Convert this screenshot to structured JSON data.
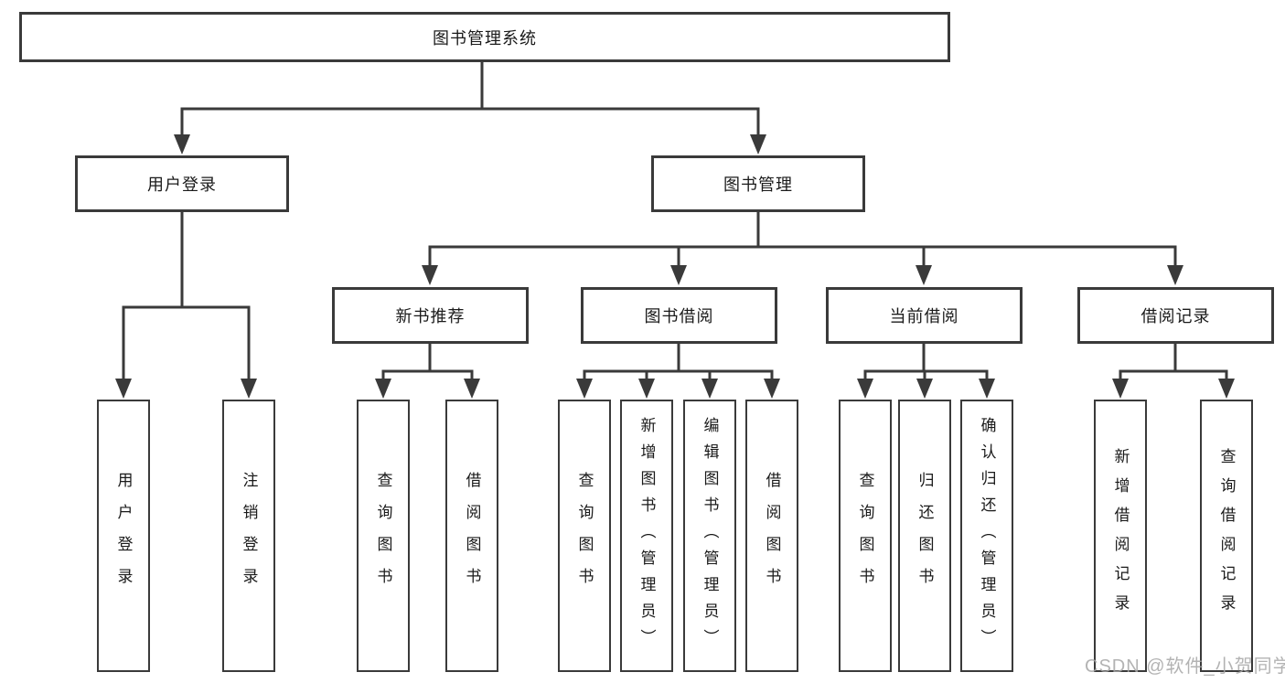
{
  "diagram": {
    "type": "hierarchy-tree",
    "title": "图书管理系统",
    "nodes": {
      "root": {
        "label": "图书管理系统"
      },
      "level2": {
        "user_login": {
          "label": "用户登录"
        },
        "book_management": {
          "label": "图书管理"
        }
      },
      "level3": {
        "new_book_recommend": {
          "label": "新书推荐",
          "parent": "图书管理"
        },
        "book_borrowing": {
          "label": "图书借阅",
          "parent": "图书管理"
        },
        "current_borrowing": {
          "label": "当前借阅",
          "parent": "图书管理"
        },
        "borrowing_records": {
          "label": "借阅记录",
          "parent": "图书管理"
        }
      },
      "leaves": {
        "user_login": {
          "label": "用户登录",
          "parent": "用户登录"
        },
        "logout": {
          "label": "注销登录",
          "parent": "用户登录"
        },
        "query_books_recommend": {
          "label": "查询图书",
          "parent": "新书推荐"
        },
        "borrow_books_recommend": {
          "label": "借阅图书",
          "parent": "新书推荐"
        },
        "query_books_borrowing": {
          "label": "查询图书",
          "parent": "图书借阅"
        },
        "add_books_admin": {
          "label": "新增图书（管理员）",
          "parent": "图书借阅"
        },
        "edit_books_admin": {
          "label": "编辑图书（管理员）",
          "parent": "图书借阅"
        },
        "borrow_books_borrowing": {
          "label": "借阅图书",
          "parent": "图书借阅"
        },
        "query_books_current": {
          "label": "查询图书",
          "parent": "当前借阅"
        },
        "return_books": {
          "label": "归还图书",
          "parent": "当前借阅"
        },
        "confirm_return_admin": {
          "label": "确认归还（管理员）",
          "parent": "当前借阅"
        },
        "add_borrow_record": {
          "label": "新增借阅记录",
          "parent": "借阅记录"
        },
        "query_borrow_record": {
          "label": "查询借阅记录",
          "parent": "借阅记录"
        }
      }
    }
  },
  "watermark": {
    "text": "CSDN @软件_小贺同学"
  },
  "colors": {
    "line": "#3a3a3a",
    "box_border": "#3a3a3a",
    "text": "#1a1a1a",
    "watermark": "#a6a6a6",
    "background": "#ffffff"
  }
}
